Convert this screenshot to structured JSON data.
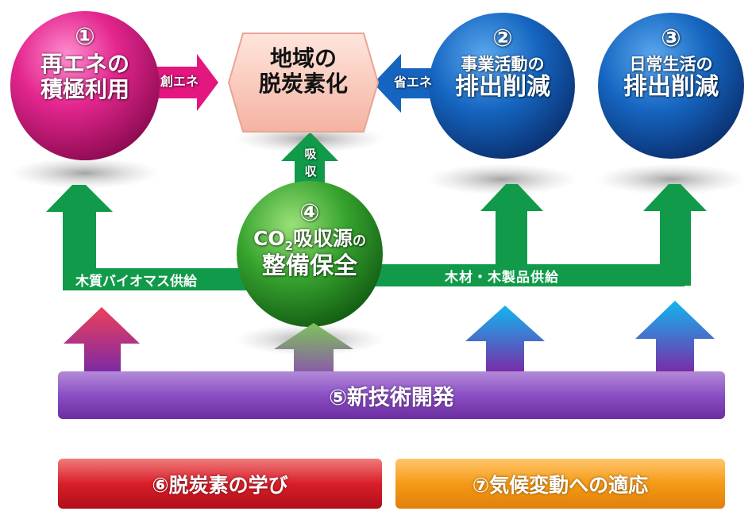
{
  "nodes": {
    "n1": {
      "num": "①",
      "line1": "再エネの",
      "line2": "積極利用"
    },
    "center": {
      "line1": "地域の",
      "line2": "脱炭素化"
    },
    "n2": {
      "num": "②",
      "line1": "事業活動の",
      "line2": "排出削減"
    },
    "n3": {
      "num": "③",
      "line1": "日常生活の",
      "line2": "排出削減"
    },
    "n4": {
      "num": "④",
      "co2": "CO",
      "sub": "2",
      "absorb": "吸収源",
      "no": "の",
      "line2": "整備保全"
    }
  },
  "arrows": {
    "create_energy": "創エネ",
    "save_energy": "省エネ",
    "absorb_1": "吸",
    "absorb_2": "収"
  },
  "flows": {
    "left": "木質バイオマス供給",
    "right": "木材・木製品供給"
  },
  "boxes": {
    "tech": "⑤新技術開発",
    "learning": "⑥脱炭素の学び",
    "adaptation": "⑦気候変動への適応"
  }
}
